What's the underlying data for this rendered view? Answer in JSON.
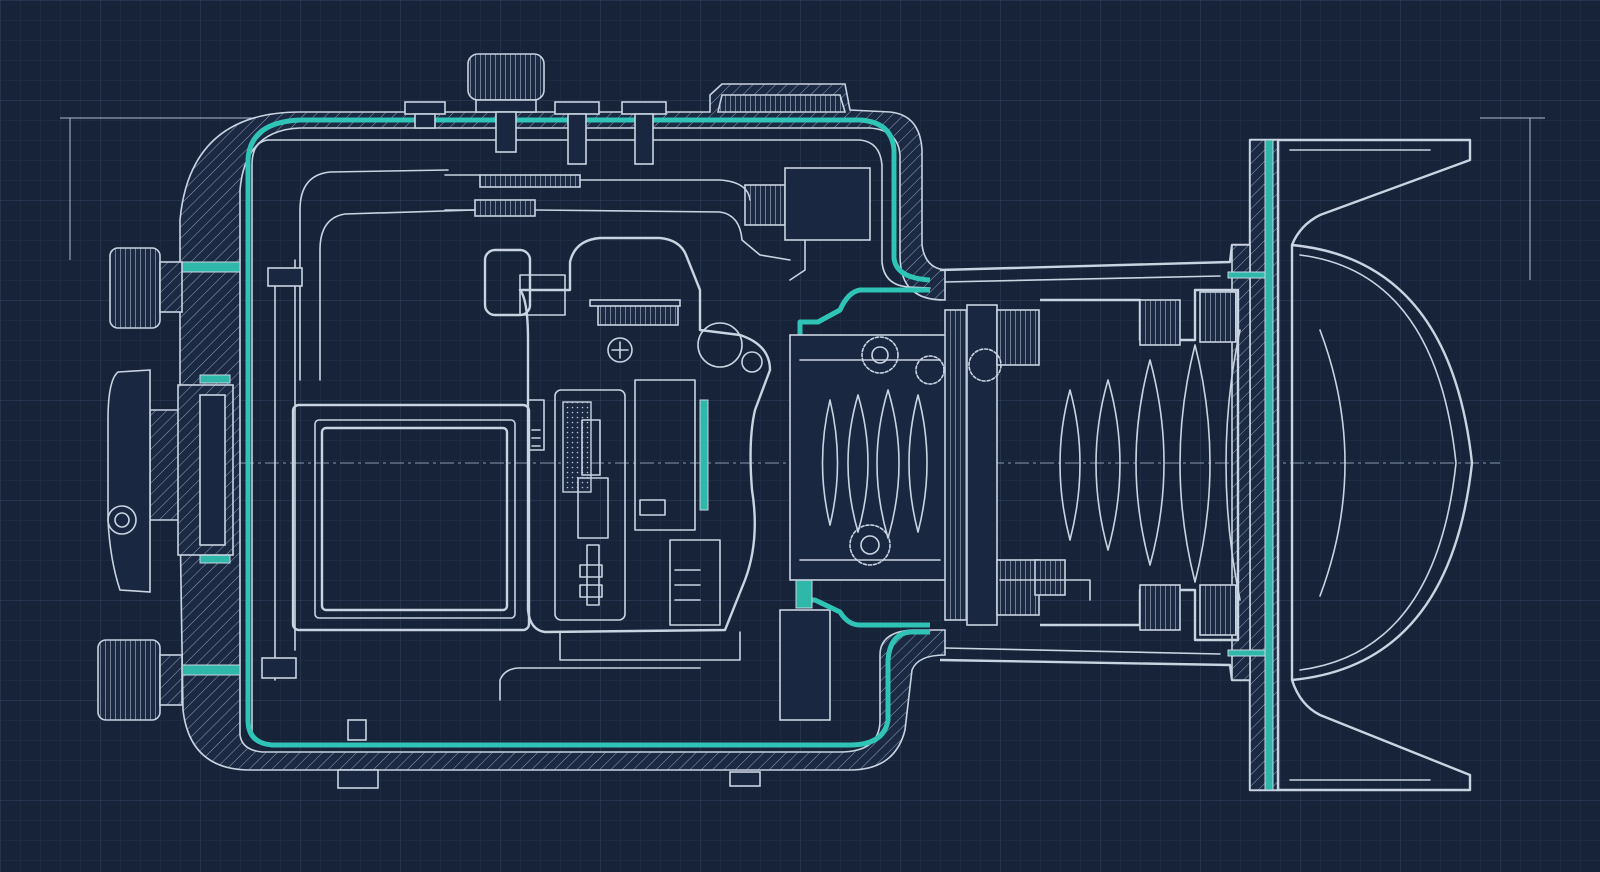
{
  "colors": {
    "background": "#172338",
    "grid_minor": "#22314b",
    "grid_major": "#2d3e5a",
    "line": "#c9d4e3",
    "accent_seal": "#2fc4b6"
  },
  "parts": [
    "housing-body",
    "seal-line",
    "camera-body",
    "lcd-screen",
    "viewfinder",
    "top-control-knob",
    "side-control-knobs",
    "lens-barrel",
    "lens-elements",
    "zoom-gear",
    "dome-port",
    "port-shade"
  ]
}
